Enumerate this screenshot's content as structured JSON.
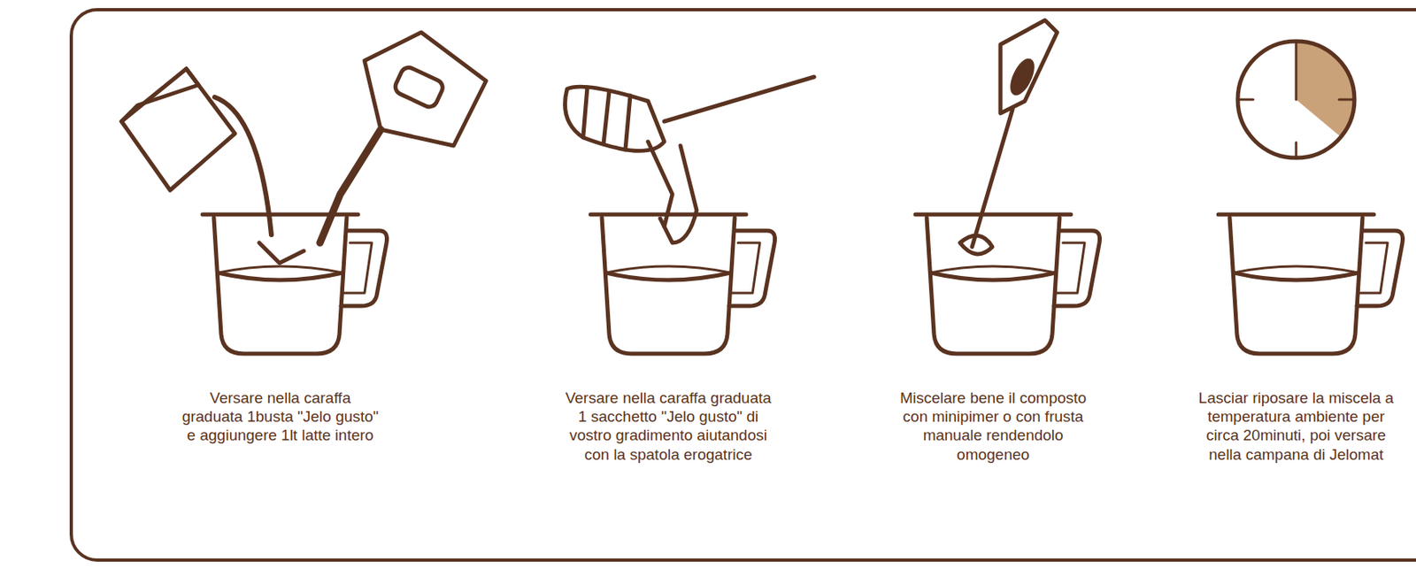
{
  "diagram": {
    "labels": [
      "Versare nella caraffa graduata 1busta \"Jelo gusto\" e aggiungere 1lt latte intero",
      "Versare nella caraffa graduata 1 sacchetto \"Jelo gusto\" di vostro gradimento aiutandosi con la spatola erogatrice",
      "Miscelare bene il composto con minipimer o con frusta manuale rendendolo omogeneo",
      "Lasciar riposare la miscela a temperatura ambiente per circa 20minuti, poi versare nella campana di Jelomat"
    ]
  }
}
